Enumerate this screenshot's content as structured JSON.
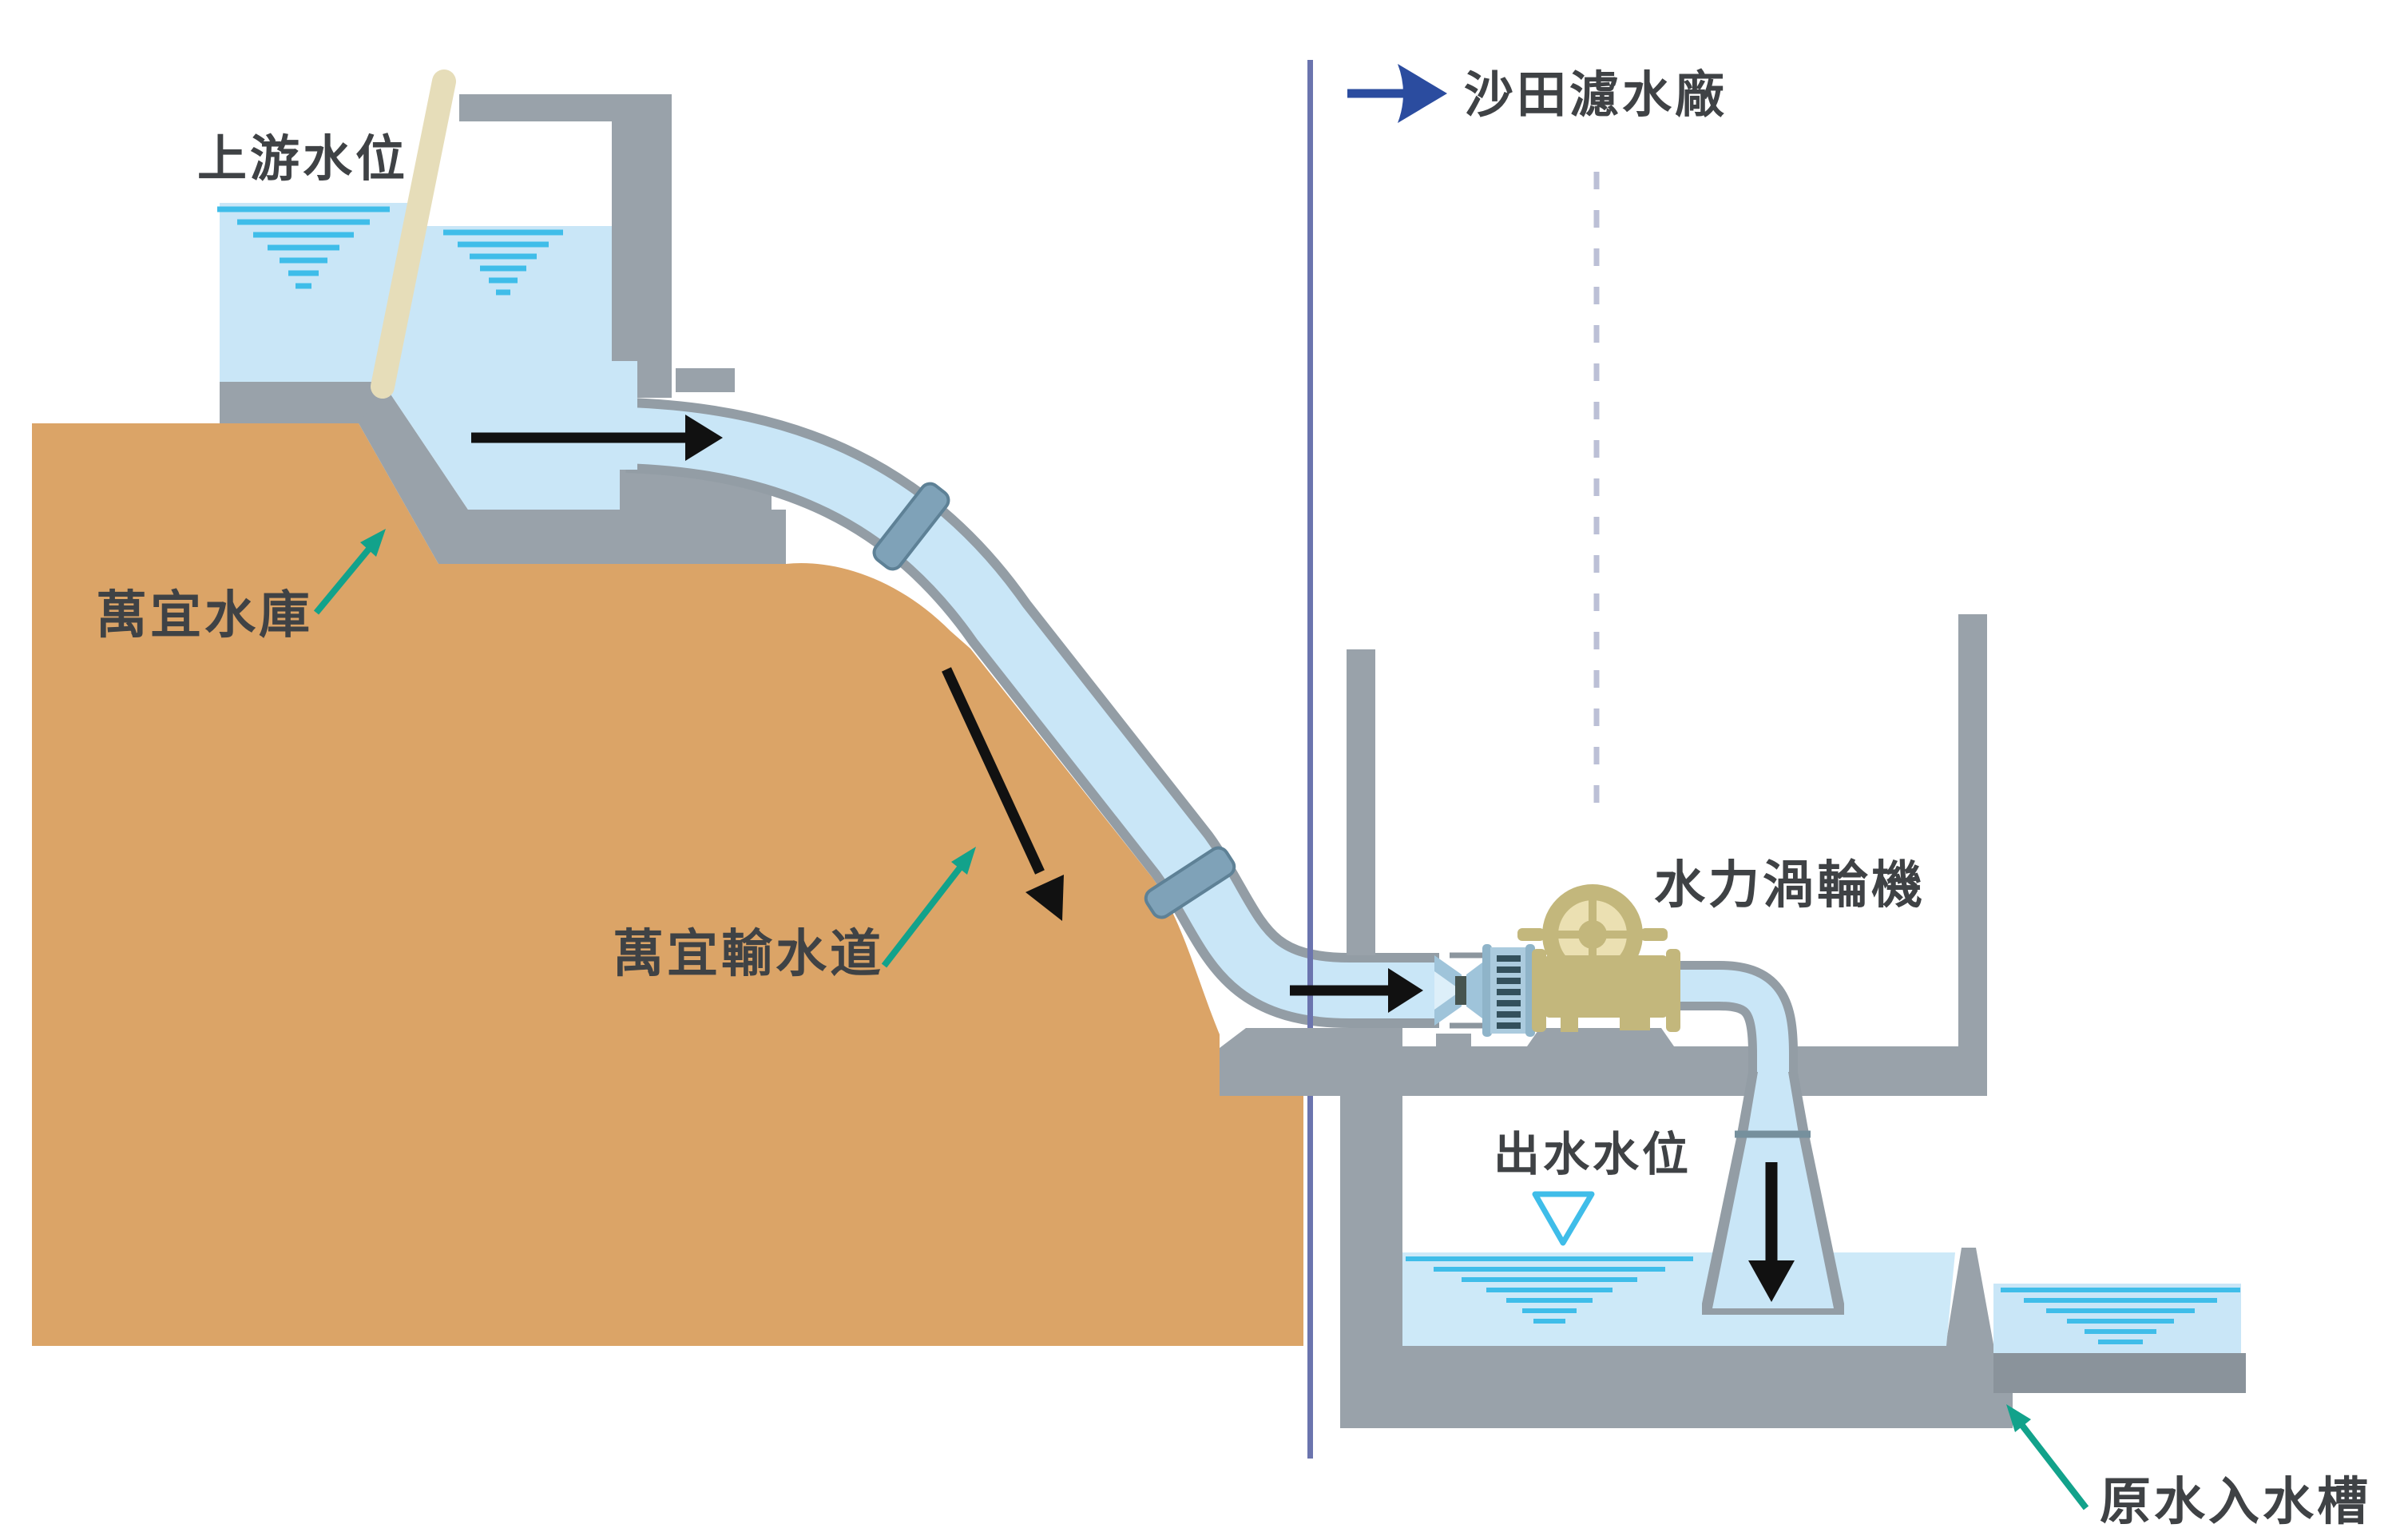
{
  "diagram": {
    "type": "water-supply-hydro-turbine-schematic",
    "labels": {
      "upstream_water_level": "上游水位",
      "reservoir": "萬宜水庫",
      "tunnel": "萬宜輸水道",
      "treatment_works": "沙田濾水廠",
      "turbine": "水力渦輪機",
      "outlet_water_level": "出水水位",
      "raw_water_inlet_tank": "原水入水槽"
    },
    "markers": {
      "water_level_symbol": "▽",
      "flow_direction": "left-to-right, downhill, then down into tailrace tank"
    },
    "colors": {
      "hill_tan": "#DBA467",
      "water_blue": "#C9E6F7",
      "ripple_cyan": "#3FBDE9",
      "structure_gray": "#99A2AA",
      "pipe_wall_gray": "#939DA5",
      "channel_floor_gray": "#8A939B",
      "gate_rod_beige": "#E6DDB9",
      "turbine_khaki": "#C3B77C",
      "turbine_khaki_light": "#EBE0B2",
      "bellows_blue": "#ABCBDE",
      "boundary_line_blue": "#6B74AE",
      "dashed_line_gray": "#BCC0D6",
      "treatment_arrow_blue": "#2B4C9F",
      "pointer_teal": "#12A28B",
      "flow_arrow_black": "#111111",
      "text_dark": "#3F4245"
    }
  }
}
